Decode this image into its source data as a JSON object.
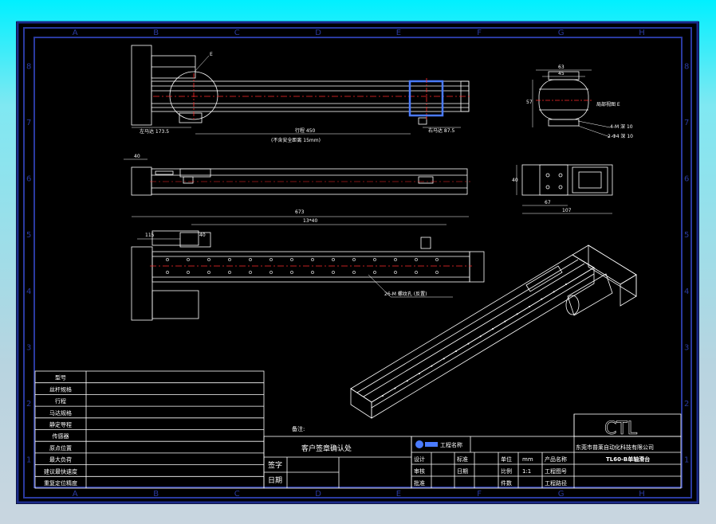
{
  "zone_columns": [
    "A",
    "B",
    "C",
    "D",
    "E",
    "F",
    "G",
    "H"
  ],
  "zone_rows": [
    "8",
    "7",
    "6",
    "5",
    "4",
    "3",
    "2",
    "1"
  ],
  "dims": {
    "motor_seat_left": "左马达 173.5",
    "stroke": "行程 450",
    "note_stroke": "(不含安全距离 15mm)",
    "motor_seat_right": "右马达 87.5",
    "top_63": "63",
    "top_45": "45",
    "side_40": "40",
    "side_57": "57",
    "b_40": "40",
    "b_67": "67",
    "b_107": "107",
    "overall_673": "673",
    "span_1340": "13*40",
    "left_115": "115",
    "small_40": "40",
    "rail_note": "26-M 螺纹孔 (反置)",
    "section_label": "局部视图 E",
    "thread_note1": "4-M 深 10",
    "thread_note2": "2-Φ4 深 10",
    "callout_e": "E"
  },
  "spec_table": {
    "rows": [
      "型号",
      "丝杆规格",
      "行程",
      "马达规格",
      "静定导程",
      "传感器",
      "原点位置",
      "最大负荷",
      "建议最快速度",
      "重复定位精度"
    ]
  },
  "confirm_box": {
    "note": "备注:",
    "title": "客户签章确认处",
    "sign": "签字",
    "date": "日期"
  },
  "title_block": {
    "logo": "CTL",
    "company": "东莞市普莱自动化科技有限公司",
    "product": "TL60-B单轴滑台",
    "project_name": "工程名称",
    "design": "设计",
    "check": "审核",
    "approve": "批准",
    "standard": "标准",
    "date_lbl": "日期",
    "unit": "单位",
    "unit_val": "mm",
    "scale": "比例",
    "scale_val": "1:1",
    "qty": "件数",
    "product_name": "产品名称",
    "drawing_no": "工程图号",
    "drawing_path": "工程路径"
  },
  "colors": {
    "bg": "#000000",
    "frame": "#1a2a8a",
    "line": "#ffffff",
    "centerline": "#ff2a2a",
    "highlight": "#4a7bff"
  }
}
